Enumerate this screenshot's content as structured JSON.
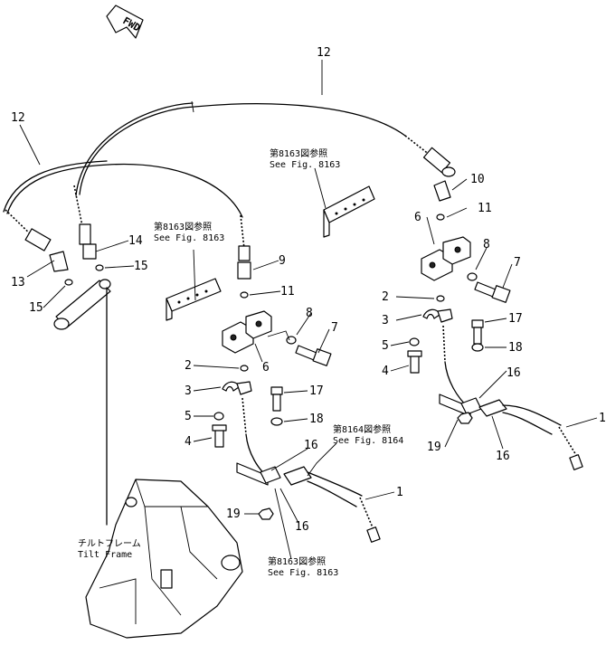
{
  "fwd_label": "FWD",
  "callouts": {
    "p12_top": "12",
    "p12_left": "12",
    "p10": "10",
    "p11_right": "11",
    "p6_right": "6",
    "p8_right": "8",
    "p7_right": "7",
    "p2_right": "2",
    "p3_right": "3",
    "p17_right": "17",
    "p5_right": "5",
    "p18_right": "18",
    "p4_right": "4",
    "p16_right_a": "16",
    "p16_right_b": "16",
    "p19_right": "19",
    "p1_right": "1",
    "p14": "14",
    "p15_a": "15",
    "p15_b": "15",
    "p13": "13",
    "p9": "9",
    "p11_mid": "11",
    "p8_mid": "8",
    "p7_mid": "7",
    "p6_mid": "6",
    "p2_mid": "2",
    "p3_mid": "3",
    "p17_mid": "17",
    "p5_mid": "5",
    "p18_mid": "18",
    "p4_mid": "4",
    "p16_mid_a": "16",
    "p16_mid_b": "16",
    "p19_mid": "19",
    "p1_mid": "1"
  },
  "notes": {
    "ref_top_jp": "第8163図参照",
    "ref_top_en": "See Fig. 8163",
    "ref_mid_jp": "第8163図参照",
    "ref_mid_en": "See Fig. 8163",
    "ref_8164_jp": "第8164図参照",
    "ref_8164_en": "See Fig. 8164",
    "ref_bottom_jp": "第8163図参照",
    "ref_bottom_en": "See Fig. 8163",
    "tilt_jp": "チルトフレーム",
    "tilt_en": "Tilt Frame"
  }
}
